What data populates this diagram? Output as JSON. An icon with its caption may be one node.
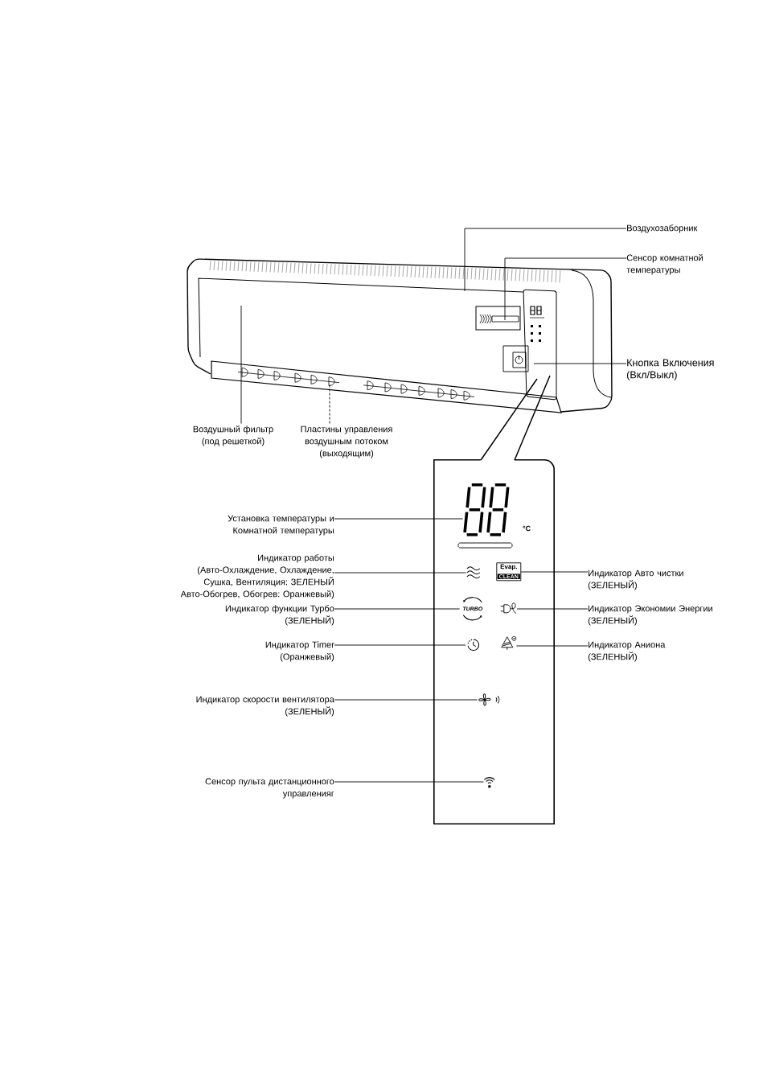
{
  "diagram": {
    "nodes": [
      {
        "text": [
          "Воздухозаборник"
        ]
      },
      {
        "text": [
          "Сенсор комнатной температуры"
        ]
      },
      {
        "text": [
          "Кнопка Включения (Вкл/Выкл)"
        ]
      },
      {
        "text": [
          "Воздушный фильтр (под решеткой)"
        ]
      },
      {
        "text": [
          "Пластины управления воздушным потоком (выходящим)"
        ]
      },
      {
        "text": [],
        "shape": "box"
      },
      {
        "text": [
          "Установка температуры и Комнатной температуры"
        ]
      },
      {
        "text": [],
        "shape": "picture",
        "in": 5
      },
      {
        "text": [
          "Индикатор работы",
          "(Авто-Охлаждение, Охлаждение, Сушка, Вентиляция: ЗЕЛЕНЫЙ Авто-Обогрев, Обогрев: Оранжевый)"
        ]
      },
      {
        "text": [],
        "shape": "picture",
        "in": 5
      },
      {
        "text": [
          "Evap.",
          "CLEAN"
        ],
        "in": 5
      },
      {
        "text": [
          "Индикатор Авто чистки (ЗЕЛЕНЫЙ)"
        ]
      },
      {
        "text": [
          "Индикатор функции Турбо (ЗЕЛЕНЫЙ)"
        ]
      },
      {
        "text": [
          "TURBO"
        ],
        "in": 5
      },
      {
        "text": [],
        "shape": "picture",
        "in": 5
      },
      {
        "text": [
          "Индикатор Экономии Энергии (ЗЕЛЕНЫЙ)"
        ]
      },
      {
        "text": [
          "Индикатор Timer (Оранжевый)"
        ]
      },
      {
        "text": [],
        "shape": "picture",
        "in": 5
      },
      {
        "text": [],
        "shape": "picture",
        "in": 5
      },
      {
        "text": [
          "Индикатор Аниона (ЗЕЛЕНЫЙ)"
        ]
      },
      {
        "text": [
          "Индикатор скорости вентилятора (ЗЕЛЕНЫЙ)"
        ]
      },
      {
        "text": [],
        "shape": "picture",
        "in": 5
      },
      {
        "text": [
          "Сенсор пульта дистанционного управленияг"
        ]
      },
      {
        "text": [],
        "shape": "picture",
        "in": 5
      }
    ],
    "edges": [
      {
        "from": 0,
        "to": null,
        "arrow": "none"
      },
      {
        "from": 1,
        "to": null,
        "arrow": "none"
      },
      {
        "from": 2,
        "to": null,
        "arrow": "none"
      },
      {
        "from": 3,
        "to": null,
        "arrow": "none"
      },
      {
        "from": 4,
        "to": null,
        "arrow": "none",
        "style": "dashed"
      },
      {
        "from": 6,
        "to": 7,
        "arrow": "none"
      },
      {
        "from": 8,
        "to": 9,
        "arrow": "none"
      },
      {
        "from": 11,
        "to": 10,
        "arrow": "none"
      },
      {
        "from": 12,
        "to": 13,
        "arrow": "none"
      },
      {
        "from": 15,
        "to": 14,
        "arrow": "none"
      },
      {
        "from": 16,
        "to": 17,
        "arrow": "none"
      },
      {
        "from": 19,
        "to": 18,
        "arrow": "none"
      },
      {
        "from": 20,
        "to": 21,
        "arrow": "none"
      },
      {
        "from": 22,
        "to": 23,
        "arrow": "none"
      }
    ],
    "labels": [
      "°C"
    ]
  }
}
